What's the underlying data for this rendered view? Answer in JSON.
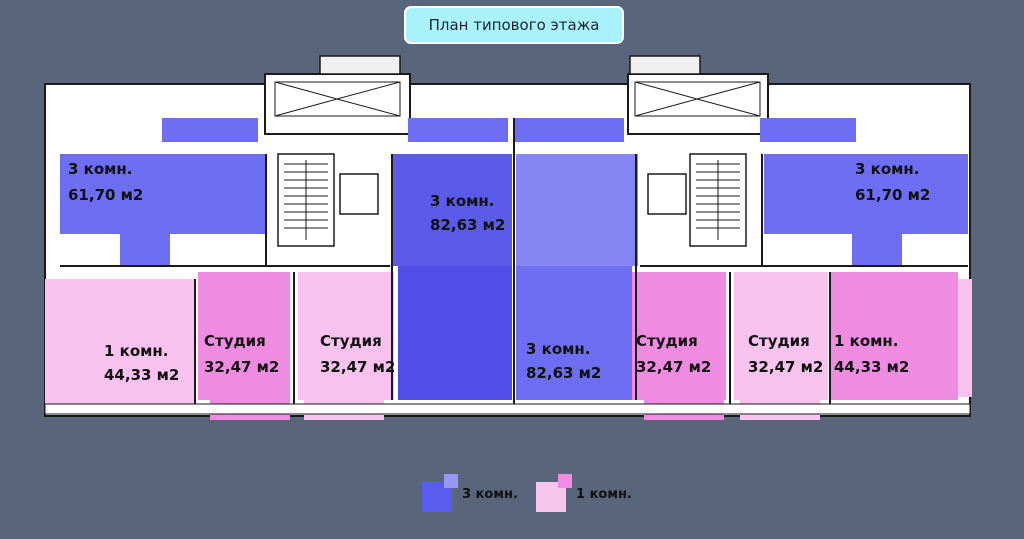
{
  "title": "План типового этажа",
  "apartments": {
    "a1": {
      "type": "3 комн.",
      "area": "61,70 м2"
    },
    "a2": {
      "type": "3 комн.",
      "area": "82,63 м2"
    },
    "a3": {
      "type": "3 комн.",
      "area": "82,63 м2"
    },
    "a4": {
      "type": "3 комн.",
      "area": "61,70 м2"
    },
    "a5": {
      "type": "1 комн.",
      "area": "44,33 м2"
    },
    "a6": {
      "type": "Студия",
      "area": "32,47 м2"
    },
    "a7": {
      "type": "Студия",
      "area": "32,47 м2"
    },
    "a8": {
      "type": "Студия",
      "area": "32,47 м2"
    },
    "a9": {
      "type": "Студия",
      "area": "32,47 м2"
    },
    "a10": {
      "type": "1 комн.",
      "area": "44,33 м2"
    }
  },
  "legend": [
    {
      "label": "3 комн.",
      "color": "#5a5cf0",
      "accent": "#9a96f4"
    },
    {
      "label": "1 комн.",
      "color": "#f6c6ec",
      "accent": "#f58ae4"
    }
  ],
  "colors": {
    "background": "#58657a",
    "three_room": "#6e6ef2",
    "three_room_dark": "#4f4fe8",
    "one_room": "#f7c2ee",
    "studio": "#f08be2",
    "floor": "#ffffff",
    "wall": "#1a1a1a"
  }
}
